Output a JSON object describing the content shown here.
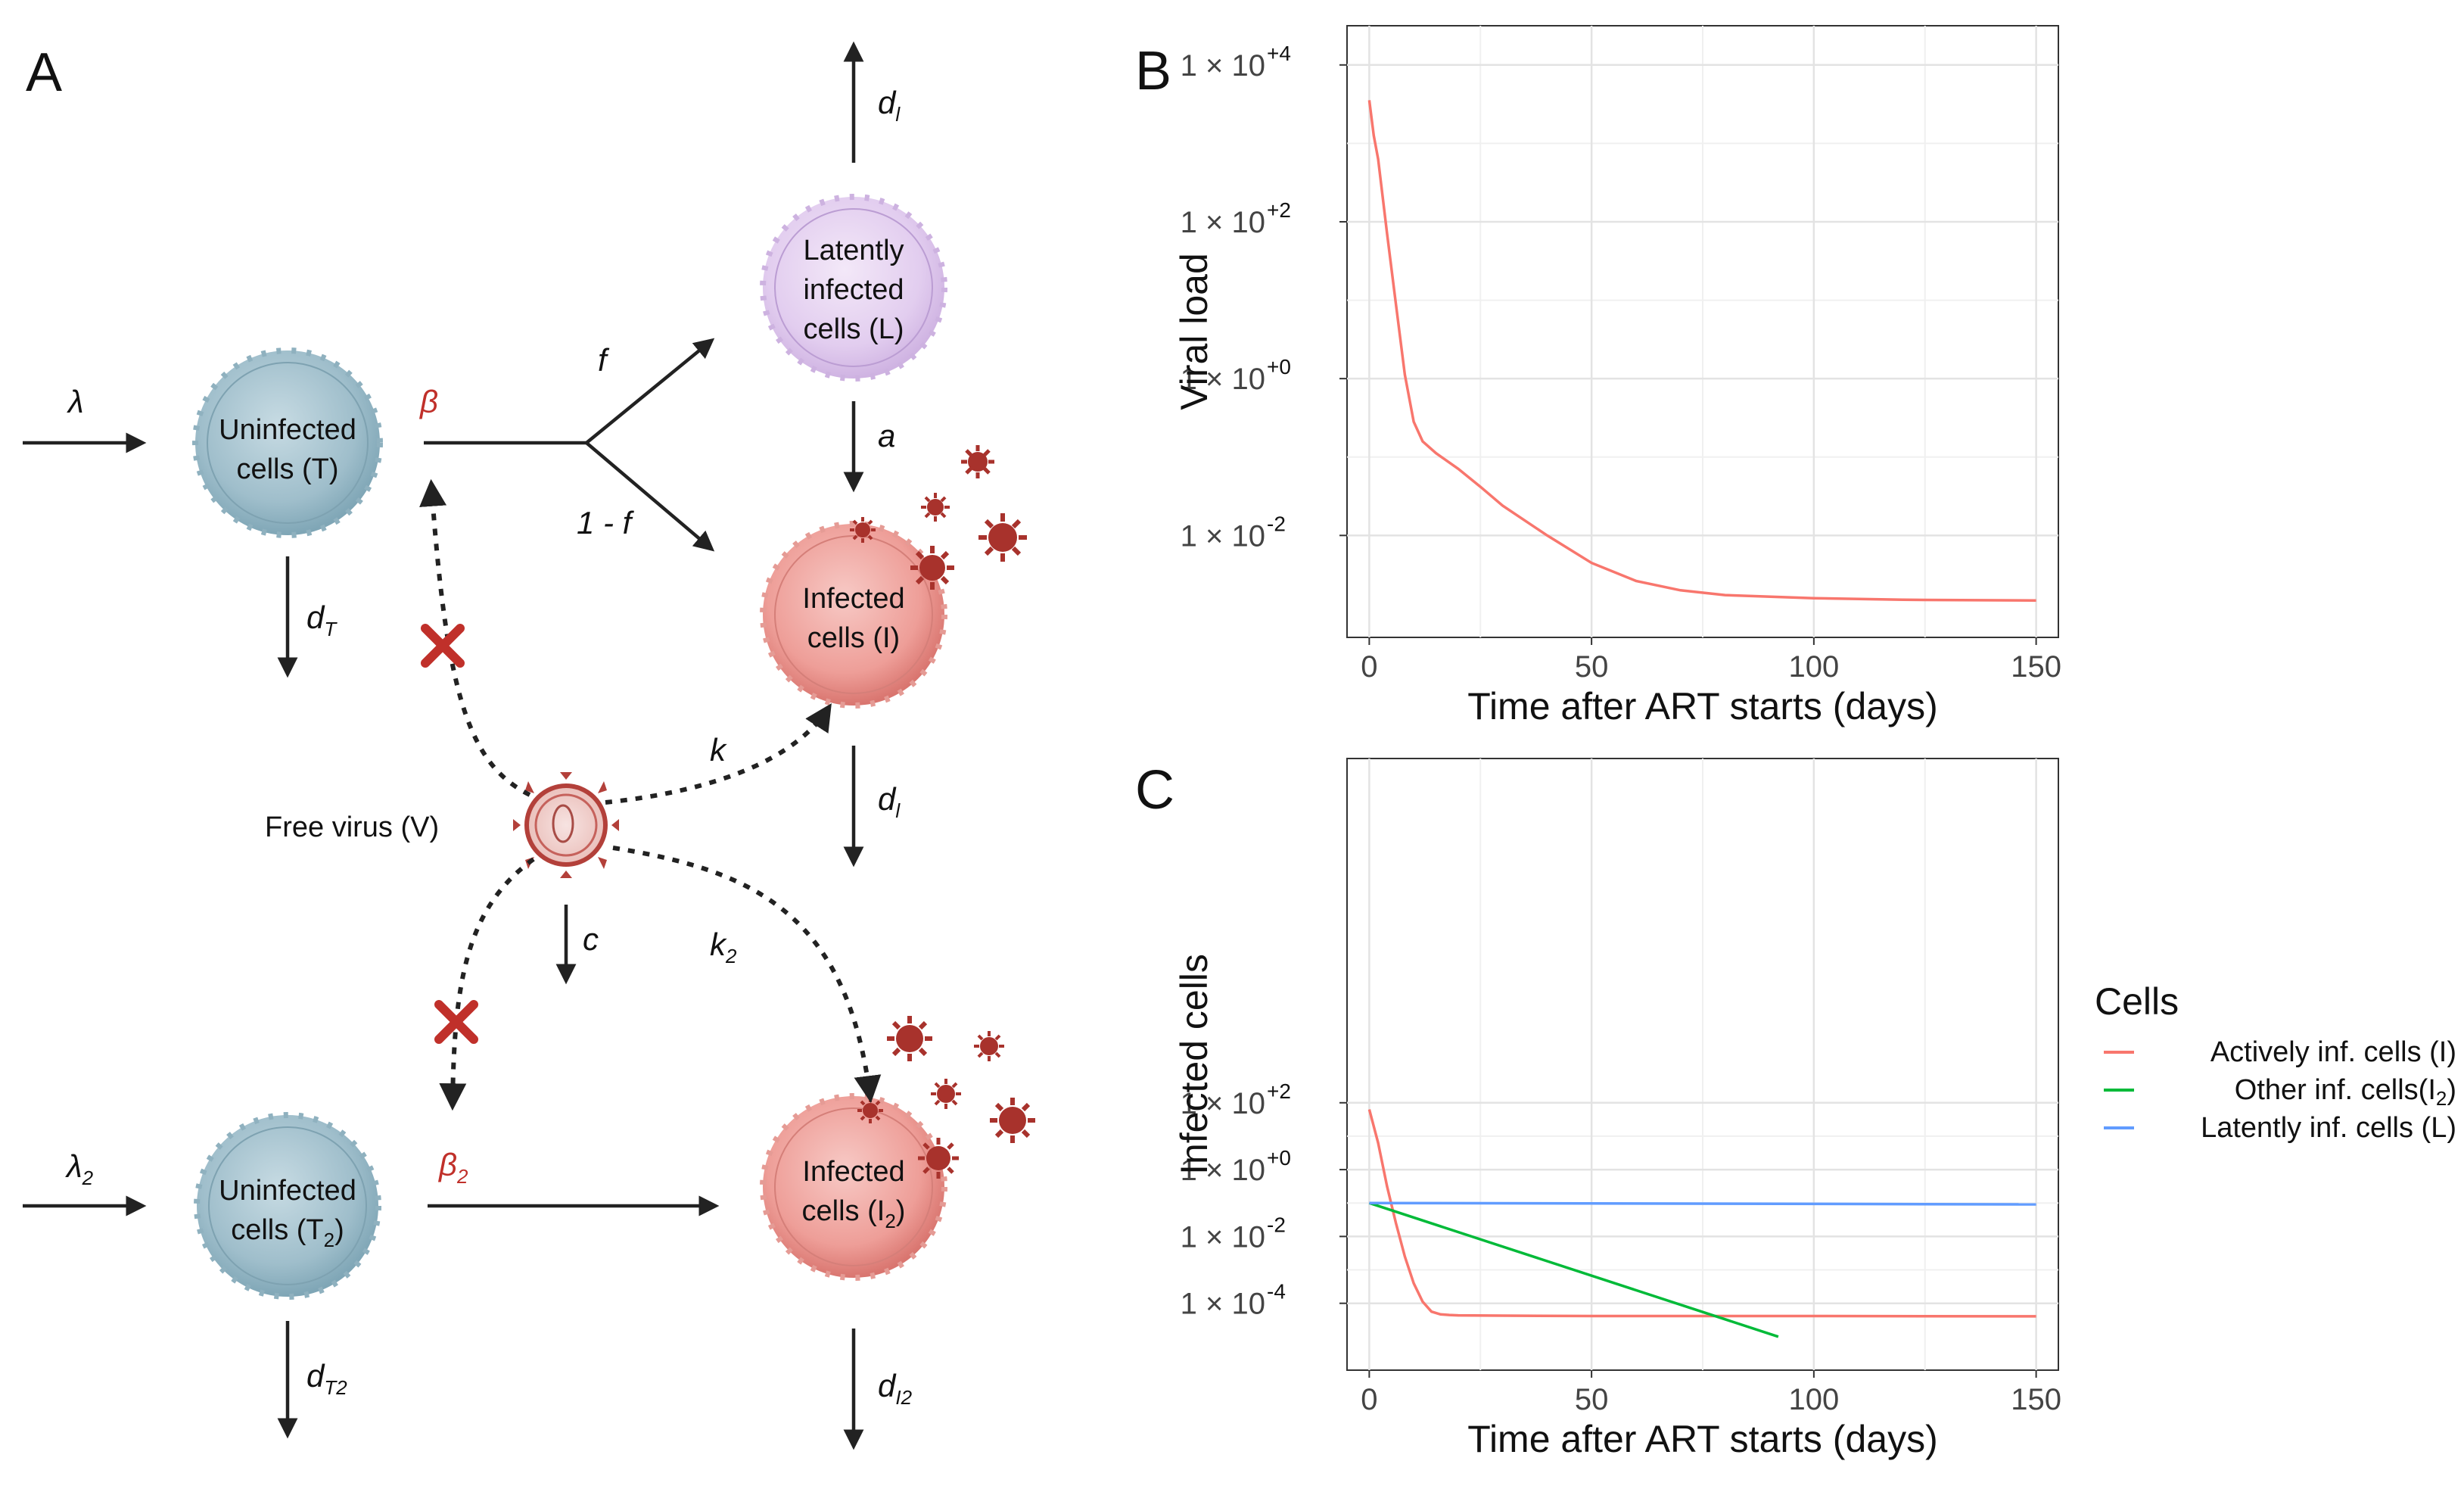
{
  "panels": {
    "a": "A",
    "b": "B",
    "c": "C"
  },
  "diagram": {
    "cells": {
      "T": [
        "Uninfected",
        "cells (T)"
      ],
      "L": [
        "Latently",
        "infected",
        "cells (L)"
      ],
      "I": [
        "Infected",
        "cells (I)"
      ],
      "T2": [
        "Uninfected",
        "cells (T",
        "2",
        ")"
      ],
      "I2": [
        "Infected",
        "cells (I",
        "2",
        ")"
      ]
    },
    "virus_label": "Free virus (V)",
    "params": {
      "lambda": "λ",
      "lambda2": "λ",
      "lambda2_sub": "2",
      "beta": "β",
      "beta2": "β",
      "beta2_sub": "2",
      "f": "f",
      "one_minus_f": "1 - f",
      "a": "a",
      "k": "k",
      "k2": "k",
      "k2_sub": "2",
      "c": "c",
      "dT": "d",
      "dT_sub": "T",
      "dT2": "d",
      "dT2_sub": "T2",
      "dL": "d",
      "dL_sub": "l",
      "dI": "d",
      "dI_sub": "l",
      "dI2": "d",
      "dI2_sub": "I2"
    },
    "colors": {
      "uninfected_fill": "#a9c4cf",
      "latent_fill": "#e6d3f0",
      "infected_fill": "#f0a7a3",
      "blocked_mark": "#c0302a",
      "rate_red": "#c0302a"
    }
  },
  "chart_data": [
    {
      "type": "line",
      "panel": "B",
      "xlabel": "Time after ART starts (days)",
      "ylabel": "Viral load",
      "y_scale": "log10",
      "xlim": [
        -5,
        155
      ],
      "ylim_log10": [
        -3.3,
        4.5
      ],
      "x_ticks": [
        0,
        50,
        100,
        150
      ],
      "y_ticks_log10": [
        -2,
        0,
        2,
        4
      ],
      "y_tick_labels": [
        {
          "base": "1 × 10",
          "exp": "-2"
        },
        {
          "base": "1 × 10",
          "exp": "+0"
        },
        {
          "base": "1 × 10",
          "exp": "+2"
        },
        {
          "base": "1 × 10",
          "exp": "+4"
        }
      ],
      "grid": true,
      "series": [
        {
          "color": "#f8766d",
          "x": [
            0,
            1,
            2,
            4,
            6,
            8,
            10,
            12,
            15,
            20,
            25,
            30,
            40,
            50,
            60,
            70,
            80,
            100,
            120,
            150
          ],
          "y_log10": [
            3.55,
            3.1,
            2.8,
            1.85,
            0.95,
            0.05,
            -0.55,
            -0.8,
            -0.95,
            -1.15,
            -1.38,
            -1.62,
            -2.0,
            -2.35,
            -2.58,
            -2.7,
            -2.76,
            -2.8,
            -2.82,
            -2.83
          ]
        }
      ]
    },
    {
      "type": "line",
      "panel": "C",
      "xlabel": "Time after ART starts (days)",
      "ylabel": "Infected cells",
      "y_scale": "log10",
      "xlim": [
        -5,
        155
      ],
      "ylim_log10": [
        -6.0,
        12.3
      ],
      "x_ticks": [
        0,
        50,
        100,
        150
      ],
      "y_ticks_log10": [
        -4,
        -2,
        0,
        2
      ],
      "y_tick_labels": [
        {
          "base": "1 × 10",
          "exp": "-4"
        },
        {
          "base": "1 × 10",
          "exp": "-2"
        },
        {
          "base": "1 × 10",
          "exp": "+0"
        },
        {
          "base": "1 × 10",
          "exp": "+2"
        }
      ],
      "grid": true,
      "legend": {
        "title": "Cells",
        "placement": "right",
        "entries": [
          {
            "label": "Actively inf. cells (I)",
            "color": "#f8766d"
          },
          {
            "label": "Other inf. cells(I",
            "label_sub": "2",
            "label_end": ")",
            "color": "#00ba38"
          },
          {
            "label": "Latently inf. cells (L)",
            "color": "#619cff"
          }
        ]
      },
      "series": [
        {
          "name": "Actively inf. cells (I)",
          "color": "#f8766d",
          "x": [
            0,
            2,
            4,
            6,
            8,
            10,
            12,
            14,
            16,
            18,
            20,
            30,
            50,
            100,
            150
          ],
          "y_log10": [
            1.8,
            0.8,
            -0.5,
            -1.6,
            -2.6,
            -3.4,
            -3.95,
            -4.25,
            -4.33,
            -4.35,
            -4.36,
            -4.37,
            -4.38,
            -4.38,
            -4.39
          ]
        },
        {
          "name": "Other inf. cells(I2)",
          "color": "#00ba38",
          "x": [
            0,
            92
          ],
          "y_log10": [
            -1.0,
            -5.0
          ]
        },
        {
          "name": "Latently inf. cells (L)",
          "color": "#619cff",
          "x": [
            0,
            150
          ],
          "y_log10": [
            -1.0,
            -1.04
          ]
        }
      ]
    }
  ]
}
